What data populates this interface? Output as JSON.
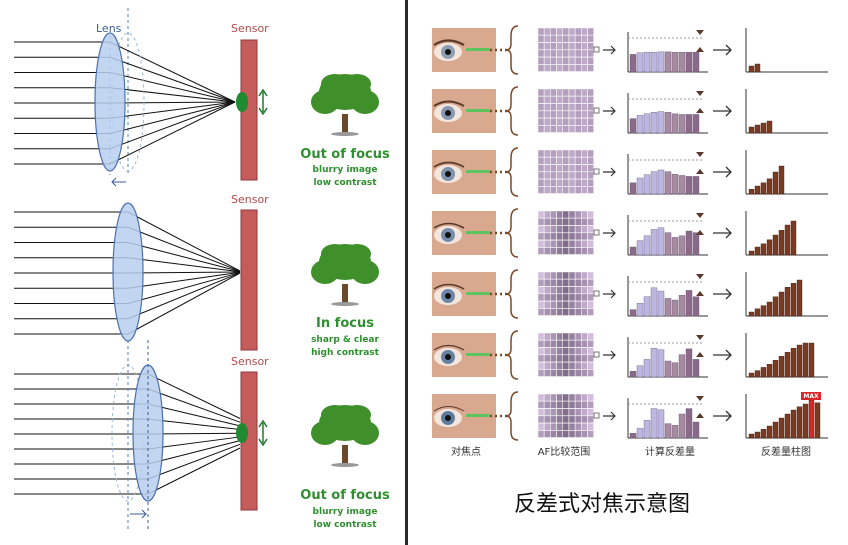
{
  "left": {
    "lens_label": "Lens",
    "panels": [
      {
        "sensor_label": "Sensor",
        "title": "Out of focus",
        "line1": "blurry image",
        "line2": "low contrast"
      },
      {
        "sensor_label": "Sensor",
        "title": "In focus",
        "line1": "sharp & clear",
        "line2": "high contrast"
      },
      {
        "sensor_label": "Sensor",
        "title": "Out of focus",
        "line1": "blurry image",
        "line2": "low contrast"
      }
    ]
  },
  "right": {
    "captions": [
      "对焦点",
      "AF比较范围",
      "计算反差量",
      "反差量柱图"
    ],
    "max_label": "MAX",
    "title": "反差式对焦示意图",
    "rows": [
      {
        "hist": [
          0.55,
          0.6,
          0.62,
          0.62,
          0.63,
          0.63,
          0.62,
          0.62,
          0.62,
          0.62
        ],
        "bars": [
          0.15,
          0.2
        ]
      },
      {
        "hist": [
          0.45,
          0.55,
          0.6,
          0.65,
          0.67,
          0.65,
          0.6,
          0.58,
          0.58,
          0.58
        ],
        "bars": [
          0.15,
          0.2,
          0.25,
          0.3
        ]
      },
      {
        "hist": [
          0.35,
          0.5,
          0.6,
          0.7,
          0.75,
          0.7,
          0.62,
          0.58,
          0.55,
          0.55
        ],
        "bars": [
          0.12,
          0.2,
          0.28,
          0.38,
          0.55,
          0.7
        ]
      },
      {
        "hist": [
          0.25,
          0.45,
          0.6,
          0.8,
          0.85,
          0.7,
          0.55,
          0.6,
          0.75,
          0.7
        ],
        "bars": [
          0.1,
          0.2,
          0.28,
          0.38,
          0.5,
          0.62,
          0.75,
          0.85
        ]
      },
      {
        "hist": [
          0.2,
          0.4,
          0.6,
          0.88,
          0.78,
          0.55,
          0.5,
          0.65,
          0.8,
          0.6
        ],
        "bars": [
          0.1,
          0.18,
          0.26,
          0.35,
          0.48,
          0.6,
          0.72,
          0.82,
          0.9
        ]
      },
      {
        "hist": [
          0.18,
          0.35,
          0.55,
          0.9,
          0.85,
          0.5,
          0.45,
          0.7,
          0.88,
          0.55
        ],
        "bars": [
          0.1,
          0.16,
          0.24,
          0.32,
          0.42,
          0.52,
          0.62,
          0.72,
          0.8,
          0.85,
          0.85
        ]
      },
      {
        "hist": [
          0.15,
          0.3,
          0.55,
          0.92,
          0.88,
          0.45,
          0.4,
          0.75,
          0.92,
          0.5
        ],
        "bars": [
          0.1,
          0.15,
          0.22,
          0.3,
          0.4,
          0.5,
          0.6,
          0.7,
          0.78,
          0.85,
          0.95,
          0.88
        ]
      }
    ]
  }
}
